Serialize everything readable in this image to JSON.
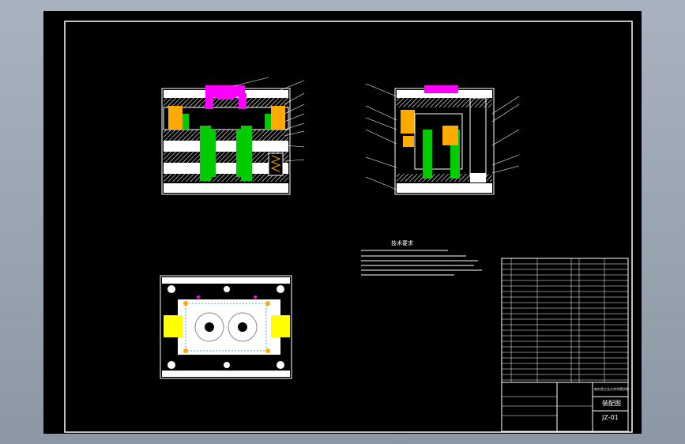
{
  "drawing": {
    "title_block": {
      "school": "哈尔滨工业大学华德学院",
      "drawing_name": "装配图",
      "drawing_no": "JZ-01"
    },
    "tech_requirements": {
      "title": "技术要求"
    },
    "colors": {
      "background": "#000000",
      "frame": "#ffffff",
      "cavity": "#ff00ff",
      "pin": "#00cc00",
      "slide": "#ffaa00",
      "hatch": "#ffffff",
      "hole_blue": "#3aa0ff",
      "leader_marker": "#ffffff"
    }
  }
}
